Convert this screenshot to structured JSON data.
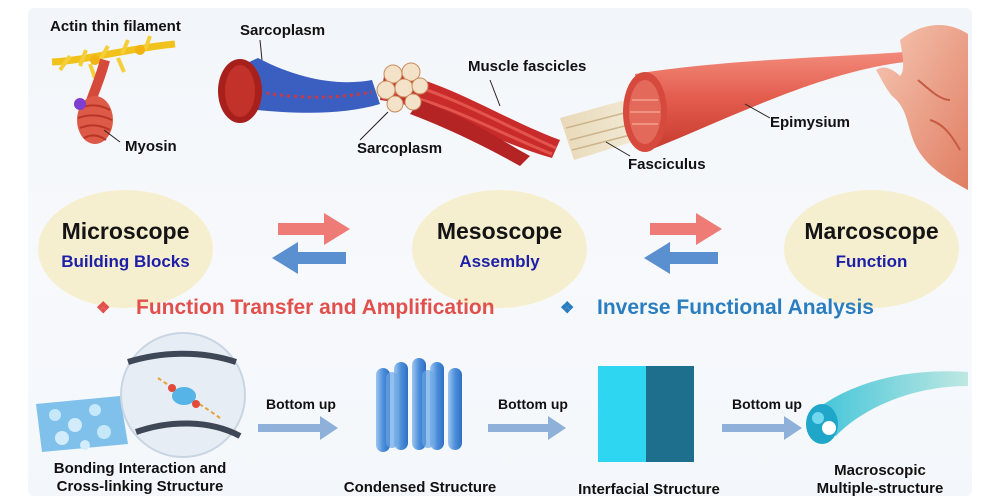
{
  "anatomy_labels": {
    "actin": "Actin thin filament",
    "sarcoplasm_top": "Sarcoplasm",
    "muscle_fascicles": "Muscle fascicles",
    "myosin": "Myosin",
    "sarcoplasm_mid": "Sarcoplasm",
    "fasciculus": "Fasciculus",
    "epimysium": "Epimysium"
  },
  "scales": [
    {
      "title": "Microscope",
      "subtitle": "Building Blocks"
    },
    {
      "title": "Mesoscope",
      "subtitle": "Assembly"
    },
    {
      "title": "Marcoscope",
      "subtitle": "Function"
    }
  ],
  "themes": {
    "forward_marker": "❖",
    "forward": "Function Transfer and Amplification",
    "inverse_marker": "❖",
    "inverse": "Inverse Functional Analysis"
  },
  "bottom_up": [
    "Bottom up",
    "Bottom up",
    "Bottom up"
  ],
  "structures": {
    "bonding_line1": "Bonding Interaction and",
    "bonding_line2": "Cross-linking Structure",
    "condensed": "Condensed Structure",
    "interfacial": "Interfacial Structure",
    "macro_line1": "Macroscopic",
    "macro_line2": "Multiple-structure"
  },
  "colors": {
    "forward_red": "#e2504c",
    "inverse_blue": "#2a7ec0",
    "subtitle_navy": "#1d1fa8",
    "arrow_red": "#ef7b77",
    "arrow_blue": "#5a8fd0"
  }
}
